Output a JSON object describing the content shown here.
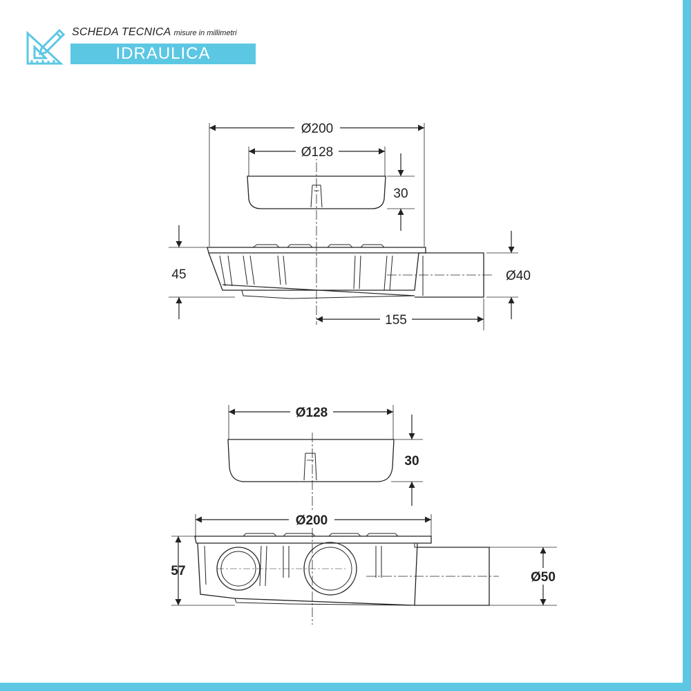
{
  "header": {
    "title": "SCHEDA TECNICA",
    "subtitle": "misure in millimetri",
    "category": "IDRAULICA",
    "icon": "ruler-pencil-icon",
    "accent_color": "#5bc7e3"
  },
  "view_top": {
    "dim_outer_diameter": "Ø200",
    "dim_cup_diameter": "Ø128",
    "dim_cup_height": "30",
    "dim_body_height": "45",
    "dim_outlet_diameter": "Ø40",
    "dim_outlet_length": "155"
  },
  "view_bottom": {
    "dim_cup_diameter": "Ø128",
    "dim_cup_height": "30",
    "dim_outer_diameter": "Ø200",
    "dim_body_height": "57",
    "dim_outlet_diameter": "Ø50"
  }
}
